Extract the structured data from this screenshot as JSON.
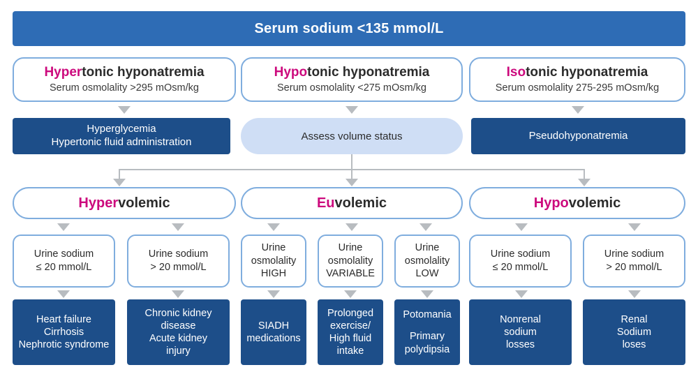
{
  "theme": {
    "banner_blue": "#2e6cb5",
    "navy": "#1d4e89",
    "light_blue": "#cfdef5",
    "outline_blue": "#7fadde",
    "accent_pink": "#cc0a7d",
    "connector_gray": "#b8bcc0",
    "text_dark": "#2b2b2b",
    "text_white": "#ffffff"
  },
  "banner": {
    "label": "Serum sodium <135 mmol/L"
  },
  "tonic_row": [
    {
      "title_accent": "Hyper",
      "title_rest": "tonic hyponatremia",
      "subtitle": "Serum osmolality >295 mOsm/kg"
    },
    {
      "title_accent": "Hypo",
      "title_rest": "tonic hyponatremia",
      "subtitle": "Serum osmolality <275 mOsm/kg"
    },
    {
      "title_accent": "Iso",
      "title_rest": "tonic hyponatremia",
      "subtitle": "Serum osmolality 275-295 mOsm/kg"
    }
  ],
  "cause_row": {
    "hypertonic_causes": "Hyperglycemia\nHypertonic fluid administration",
    "hypertonic_causes_line1": "Hyperglycemia",
    "hypertonic_causes_line2": "Hypertonic fluid administration",
    "assess_volume": "Assess volume status",
    "isotonic_cause": "Pseudohyponatremia"
  },
  "volemic_row": [
    {
      "accent": "Hyper",
      "rest": "volemic"
    },
    {
      "accent": "Eu",
      "rest": "volemic"
    },
    {
      "accent": "Hypo",
      "rest": "volemic"
    }
  ],
  "test_row": {
    "hypervolemic": [
      {
        "line1": "Urine sodium",
        "line2": "≤ 20 mmol/L",
        "line3": ""
      },
      {
        "line1": "Urine sodium",
        "line2": "> 20 mmol/L",
        "line3": ""
      }
    ],
    "euvolemic": [
      {
        "line1": "Urine",
        "line2": "osmolality",
        "line3": "HIGH"
      },
      {
        "line1": "Urine",
        "line2": "osmolality",
        "line3": "VARIABLE"
      },
      {
        "line1": "Urine",
        "line2": "osmolality",
        "line3": "LOW"
      }
    ],
    "hypovolemic": [
      {
        "line1": "Urine sodium",
        "line2": "≤ 20 mmol/L",
        "line3": ""
      },
      {
        "line1": "Urine sodium",
        "line2": "> 20 mmol/L",
        "line3": ""
      }
    ]
  },
  "diagnosis_row": {
    "hypervolemic": [
      {
        "line1": "Heart failure",
        "line2": "Cirrhosis",
        "line3": "Nephrotic syndrome",
        "line4": ""
      },
      {
        "line1": "Chronic kidney",
        "line2": "disease",
        "line3": "Acute kidney",
        "line4": "injury"
      }
    ],
    "euvolemic": [
      {
        "line1": "SIADH",
        "line2": "medications",
        "line3": "",
        "line4": ""
      },
      {
        "line1": "Prolonged",
        "line2": "exercise/",
        "line3": "High fluid",
        "line4": "intake"
      },
      {
        "line1": "Potomania",
        "line2": "",
        "line3": "Primary",
        "line4": "polydipsia"
      }
    ],
    "hypovolemic": [
      {
        "line1": "Nonrenal",
        "line2": "sodium",
        "line3": "losses",
        "line4": ""
      },
      {
        "line1": "Renal",
        "line2": "Sodium",
        "line3": "loses",
        "line4": ""
      }
    ]
  }
}
